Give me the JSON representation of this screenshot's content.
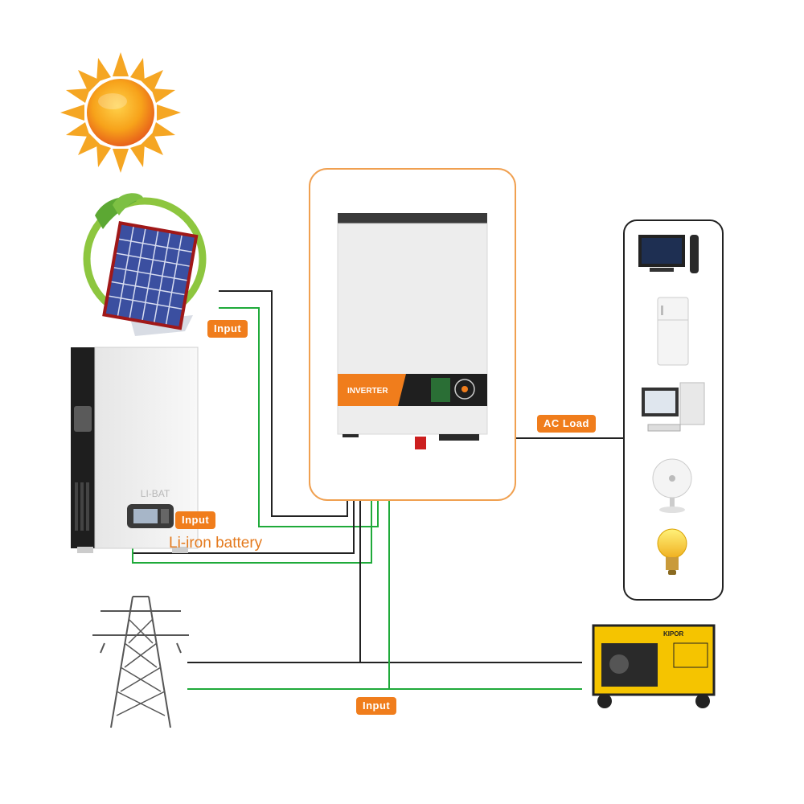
{
  "labels": {
    "pv_input": "Input",
    "battery_input": "Input",
    "grid_input": "Input",
    "ac_load": "AC Load",
    "battery_caption": "Li-iron battery",
    "inverter_panel": "INVERTER",
    "battery_brand": "LI-BAT",
    "generator_brand": "KIPOR"
  },
  "colors": {
    "accent": "#f07d1c",
    "wire_dark": "#222222",
    "wire_green": "#1faa3a",
    "frame_orange": "#f0a050",
    "frame_dark": "#222222"
  },
  "icons": [
    "sun-icon",
    "solar-panel-icon",
    "battery-icon",
    "pylon-icon",
    "inverter-icon",
    "tv-icon",
    "fridge-icon",
    "computer-icon",
    "fan-icon",
    "bulb-icon",
    "generator-icon"
  ]
}
